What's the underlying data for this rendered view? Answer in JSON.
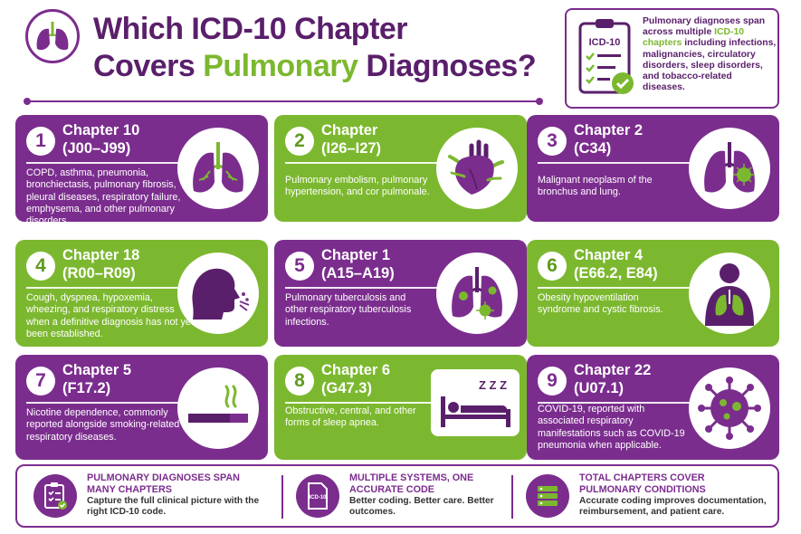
{
  "header": {
    "title_line1": "Which ICD-10 Chapter",
    "title_line2_pre": "Covers ",
    "title_line2_hl": "Pulmonary",
    "title_line2_post": " Diagnoses?"
  },
  "summary": {
    "clipboard_label": "ICD-10",
    "text_pre": "Pulmonary diagnoses span across multiple ",
    "text_hl": "ICD-10 chapters",
    "text_post": " including infections, malignancies, circulatory disorders, sleep disorders, and tobacco-related diseases."
  },
  "cards": [
    {
      "num": "1",
      "chapter": "Chapter 10",
      "code": "(J00–J99)",
      "desc": "COPD, asthma, pneumonia, bronchiectasis, pulmonary fibrosis, pleural diseases, respiratory failure, emphysema, and other pulmonary disorders.",
      "icon": "lungs-icon"
    },
    {
      "num": "2",
      "chapter": "Chapter",
      "code": "(I26–I27)",
      "desc": "Pulmonary embolism, pulmonary hypertension, and cor pulmonale.",
      "icon": "heart-icon"
    },
    {
      "num": "3",
      "chapter": "Chapter 2",
      "code": "(C34)",
      "desc": "Malignant neoplasm of the bronchus and lung.",
      "icon": "lung-tumor-icon"
    },
    {
      "num": "4",
      "chapter": "Chapter 18",
      "code": "(R00–R09)",
      "desc": "Cough, dyspnea, hypoxemia, wheezing, and respiratory distress when a definitive diagnosis has not yet been established.",
      "icon": "coughing-head-icon"
    },
    {
      "num": "5",
      "chapter": "Chapter 1",
      "code": "(A15–A19)",
      "desc": "Pulmonary tuberculosis and other respiratory tuberculosis infections.",
      "icon": "lung-infection-icon"
    },
    {
      "num": "6",
      "chapter": "Chapter 4",
      "code": "(E66.2, E84)",
      "desc": "Obesity hypoventilation syndrome and cystic fibrosis.",
      "icon": "body-lungs-icon"
    },
    {
      "num": "7",
      "chapter": "Chapter 5",
      "code": "(F17.2)",
      "desc": "Nicotine dependence, commonly reported alongside smoking-related respiratory diseases.",
      "icon": "cigarette-icon"
    },
    {
      "num": "8",
      "chapter": "Chapter 6",
      "code": "(G47.3)",
      "desc": "Obstructive, central, and other forms of sleep apnea.",
      "icon": "sleeping-bed-icon",
      "zzz": "Z Z Z"
    },
    {
      "num": "9",
      "chapter": "Chapter 22",
      "code": "(U07.1)",
      "desc": "COVID-19, reported with associated respiratory manifestations such as COVID-19 pneumonia when applicable.",
      "icon": "virus-icon"
    }
  ],
  "bottom": [
    {
      "title": "PULMONARY DIAGNOSES SPAN MANY CHAPTERS",
      "body": "Capture the full clinical picture with the right ICD-10 code.",
      "icon": "checklist-icon"
    },
    {
      "title": "MULTIPLE SYSTEMS, ONE ACCURATE CODE",
      "body": "Better coding. Better care. Better outcomes.",
      "icon": "code-document-icon",
      "icon_text": "ICD-10"
    },
    {
      "title": "TOTAL CHAPTERS COVER PULMONARY CONDITIONS",
      "body": "Accurate coding improves documentation, reimbursement, and patient care.",
      "icon": "database-stack-icon"
    }
  ]
}
